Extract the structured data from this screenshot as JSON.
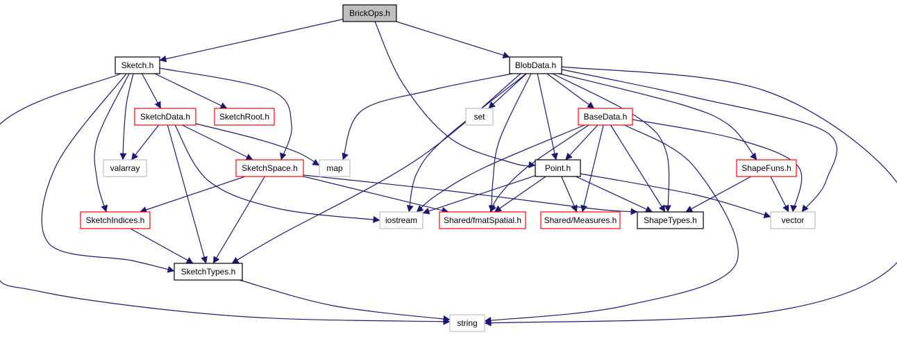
{
  "diagram": {
    "colors": {
      "edge": "#191970",
      "border_normal": "#000000",
      "border_red": "#ff0000",
      "border_external": "#bfbfbf",
      "fill_root": "#bfbfbf",
      "fill_default": "#ffffff"
    },
    "nodes": [
      {
        "id": "brickops",
        "label": "BrickOps.h",
        "style": "root"
      },
      {
        "id": "sketch",
        "label": "Sketch.h",
        "style": "normal"
      },
      {
        "id": "blobdata",
        "label": "BlobData.h",
        "style": "normal"
      },
      {
        "id": "sketchdata",
        "label": "SketchData.h",
        "style": "red"
      },
      {
        "id": "sketchroot",
        "label": "SketchRoot.h",
        "style": "red"
      },
      {
        "id": "set",
        "label": "set",
        "style": "external"
      },
      {
        "id": "basedata",
        "label": "BaseData.h",
        "style": "red"
      },
      {
        "id": "valarray",
        "label": "valarray",
        "style": "external"
      },
      {
        "id": "sketchspace",
        "label": "SketchSpace.h",
        "style": "red"
      },
      {
        "id": "map",
        "label": "map",
        "style": "external"
      },
      {
        "id": "point",
        "label": "Point.h",
        "style": "normal"
      },
      {
        "id": "shapefuns",
        "label": "ShapeFuns.h",
        "style": "red"
      },
      {
        "id": "sketchindices",
        "label": "SketchIndices.h",
        "style": "red"
      },
      {
        "id": "iostream",
        "label": "iostream",
        "style": "external"
      },
      {
        "id": "fmatspatial",
        "label": "Shared/fmatSpatial.h",
        "style": "red"
      },
      {
        "id": "measures",
        "label": "Shared/Measures.h",
        "style": "red"
      },
      {
        "id": "shapetypes",
        "label": "ShapeTypes.h",
        "style": "normal"
      },
      {
        "id": "vector",
        "label": "vector",
        "style": "external"
      },
      {
        "id": "sketchtypes",
        "label": "SketchTypes.h",
        "style": "normal"
      },
      {
        "id": "string",
        "label": "string",
        "style": "external"
      }
    ],
    "edges": [
      [
        "brickops",
        "sketch"
      ],
      [
        "brickops",
        "blobdata"
      ],
      [
        "brickops",
        "point"
      ],
      [
        "sketch",
        "sketchdata"
      ],
      [
        "sketch",
        "sketchroot"
      ],
      [
        "sketch",
        "valarray"
      ],
      [
        "sketch",
        "sketchspace"
      ],
      [
        "sketch",
        "sketchindices"
      ],
      [
        "sketch",
        "sketchtypes"
      ],
      [
        "sketch",
        "string"
      ],
      [
        "sketchdata",
        "valarray"
      ],
      [
        "sketchdata",
        "map"
      ],
      [
        "sketchdata",
        "sketchspace"
      ],
      [
        "sketchdata",
        "iostream"
      ],
      [
        "sketchdata",
        "sketchtypes"
      ],
      [
        "sketchspace",
        "sketchindices"
      ],
      [
        "sketchspace",
        "sketchtypes"
      ],
      [
        "sketchspace",
        "fmatspatial"
      ],
      [
        "sketchspace",
        "shapetypes"
      ],
      [
        "sketchindices",
        "sketchtypes"
      ],
      [
        "sketchtypes",
        "string"
      ],
      [
        "blobdata",
        "map"
      ],
      [
        "blobdata",
        "set"
      ],
      [
        "blobdata",
        "basedata"
      ],
      [
        "blobdata",
        "point"
      ],
      [
        "blobdata",
        "iostream"
      ],
      [
        "blobdata",
        "fmatspatial"
      ],
      [
        "blobdata",
        "shapetypes"
      ],
      [
        "blobdata",
        "shapefuns"
      ],
      [
        "blobdata",
        "vector"
      ],
      [
        "blobdata",
        "string"
      ],
      [
        "blobdata",
        "sketchtypes"
      ],
      [
        "basedata",
        "point"
      ],
      [
        "basedata",
        "iostream"
      ],
      [
        "basedata",
        "fmatspatial"
      ],
      [
        "basedata",
        "measures"
      ],
      [
        "basedata",
        "shapetypes"
      ],
      [
        "basedata",
        "vector"
      ],
      [
        "basedata",
        "string"
      ],
      [
        "point",
        "iostream"
      ],
      [
        "point",
        "fmatspatial"
      ],
      [
        "point",
        "measures"
      ],
      [
        "point",
        "shapetypes"
      ],
      [
        "point",
        "vector"
      ],
      [
        "shapefuns",
        "shapetypes"
      ],
      [
        "shapefuns",
        "vector"
      ]
    ]
  }
}
